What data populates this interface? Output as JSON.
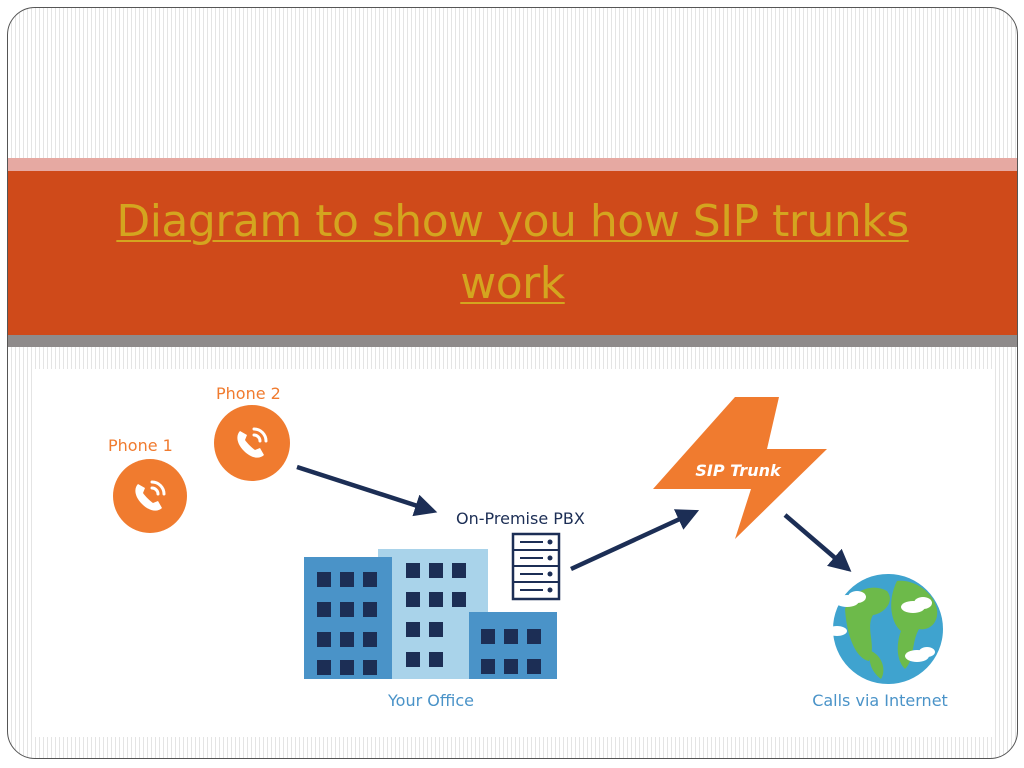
{
  "slide": {
    "title": "Diagram to show you how SIP trunks work"
  },
  "diagram": {
    "phone1_label": "Phone 1",
    "phone2_label": "Phone 2",
    "pbx_label": "On-Premise PBX",
    "office_label": "Your Office",
    "sip_label": "SIP Trunk",
    "internet_label": "Calls via Internet"
  },
  "colors": {
    "title_band": "#cf4a1a",
    "title_text": "#d4a51f",
    "accent_orange": "#f07b2f",
    "navy": "#1c2e55",
    "building_blue": "#4a93c8"
  }
}
